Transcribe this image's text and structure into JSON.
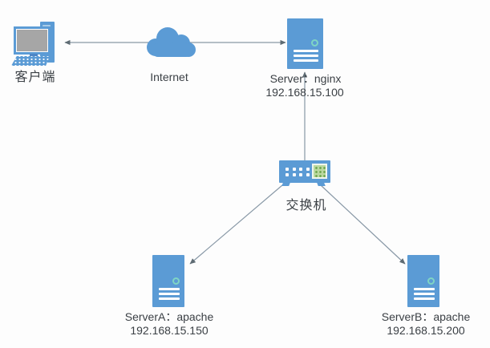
{
  "background": "#FDFDFD",
  "colors": {
    "node_blue": "#5B9BD5",
    "node_blue_dark": "#4E86C6",
    "screen_gray": "#A6A6A6",
    "tower_slot": "#A8CCE8",
    "connector": "#8898A6",
    "arrowhead": "#5E6B73",
    "led_teal": "#7FD5C4",
    "switch_green_fill": "#BAD89F",
    "switch_green_dot": "#70A84F",
    "text": "#3B4045"
  },
  "nodes": {
    "client": {
      "label": "客户端",
      "icon": "desktop-computer-icon"
    },
    "internet": {
      "label": "Internet",
      "icon": "cloud-icon"
    },
    "nginx_server": {
      "title": "Server：nginx",
      "ip": "192.168.15.100",
      "icon": "server-icon"
    },
    "switch": {
      "label": "交换机",
      "icon": "switch-icon"
    },
    "server_a": {
      "title": "ServerA：apache",
      "ip": "192.168.15.150",
      "icon": "server-icon"
    },
    "server_b": {
      "title": "ServerB：apache",
      "ip": "192.168.15.200",
      "icon": "server-icon"
    }
  },
  "connections": [
    {
      "from": "client",
      "to": "nginx_server",
      "via": "internet",
      "arrows": "both"
    },
    {
      "from": "switch",
      "to": "nginx_server",
      "arrows": "end"
    },
    {
      "from": "switch",
      "to": "server_a",
      "arrows": "end"
    },
    {
      "from": "switch",
      "to": "server_b",
      "arrows": "end"
    }
  ]
}
